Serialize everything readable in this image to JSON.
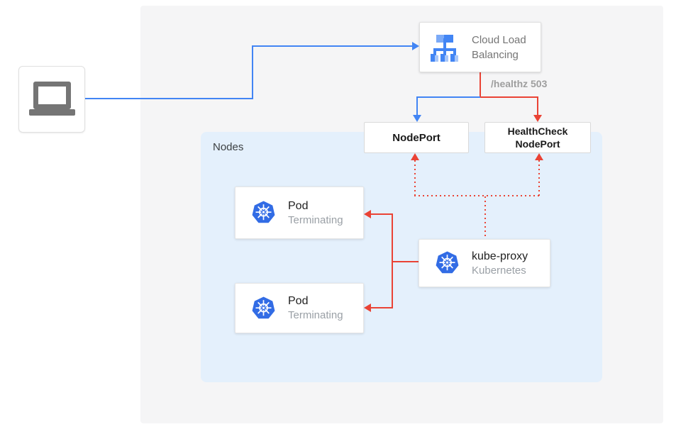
{
  "colors": {
    "blue": "#4285F4",
    "red": "#EA4335",
    "k8s": "#326CE5",
    "panelbg": "#F5F5F6",
    "nodesbg": "#E4F0FC",
    "textdark": "#212121",
    "textgray": "#757575",
    "textlight": "#9AA0A6"
  },
  "clb": {
    "line1": "Cloud Load",
    "line2": "Balancing"
  },
  "healthz_label": "/healthz 503",
  "nodeport": {
    "label": "NodePort"
  },
  "healthcheck_nodeport": {
    "line1": "HealthCheck",
    "line2": "NodePort"
  },
  "nodes_panel": {
    "title": "Nodes"
  },
  "pods": [
    {
      "title": "Pod",
      "status": "Terminating"
    },
    {
      "title": "Pod",
      "status": "Terminating"
    }
  ],
  "kube_proxy": {
    "title": "kube-proxy",
    "subtitle": "Kubernetes"
  }
}
